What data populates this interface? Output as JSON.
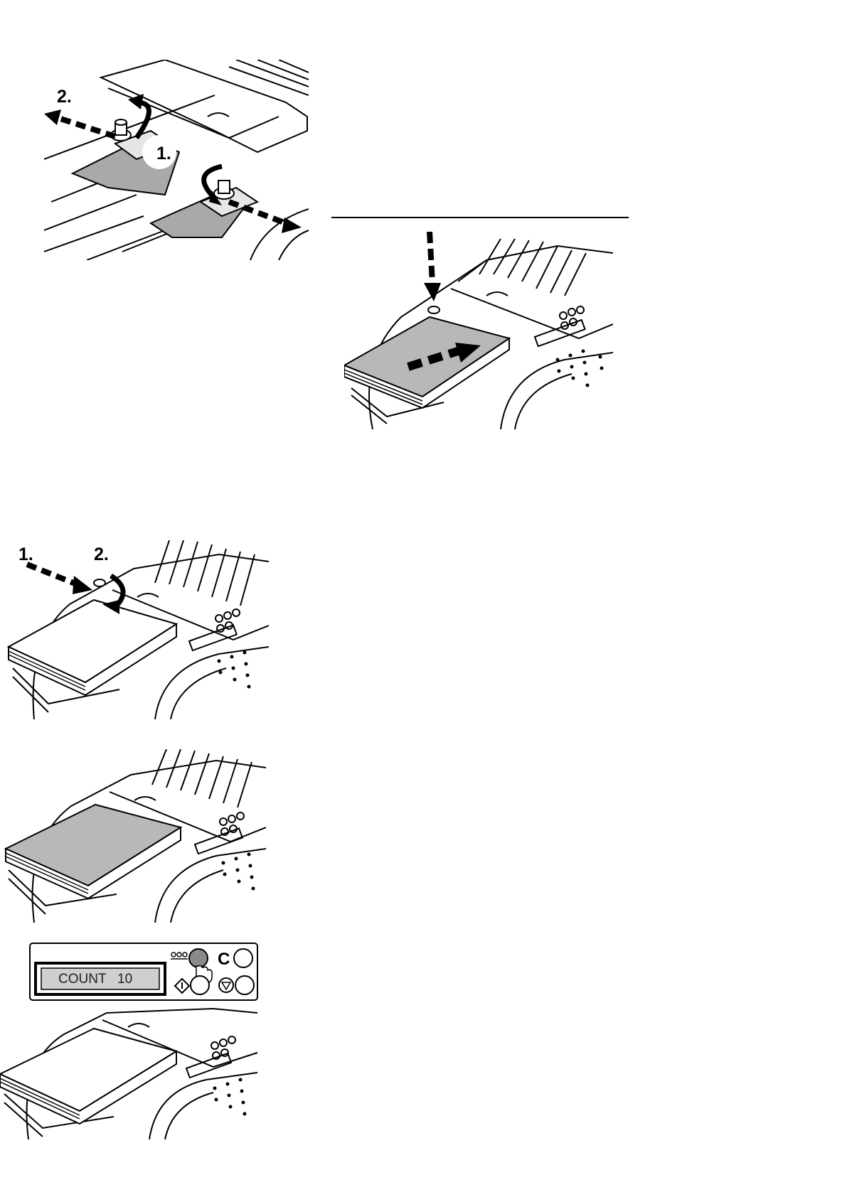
{
  "figures": {
    "adjust_guides": {
      "step_1": "1.",
      "step_2": "2."
    },
    "load_paper": {},
    "lock_guides": {
      "step_1": "1.",
      "step_2": "2."
    },
    "paper_loaded": {},
    "control_panel": {
      "display_text": "COUNT   10",
      "clear_key": "C",
      "icons": [
        "count-key-icon",
        "clear-key-icon",
        "start-key-icon",
        "stop-key-icon",
        "pointing-hand-icon"
      ]
    }
  },
  "colors": {
    "paper_gray": "#b8b8b8",
    "lcd_gray": "#cfcfcf",
    "line": "#000000"
  }
}
